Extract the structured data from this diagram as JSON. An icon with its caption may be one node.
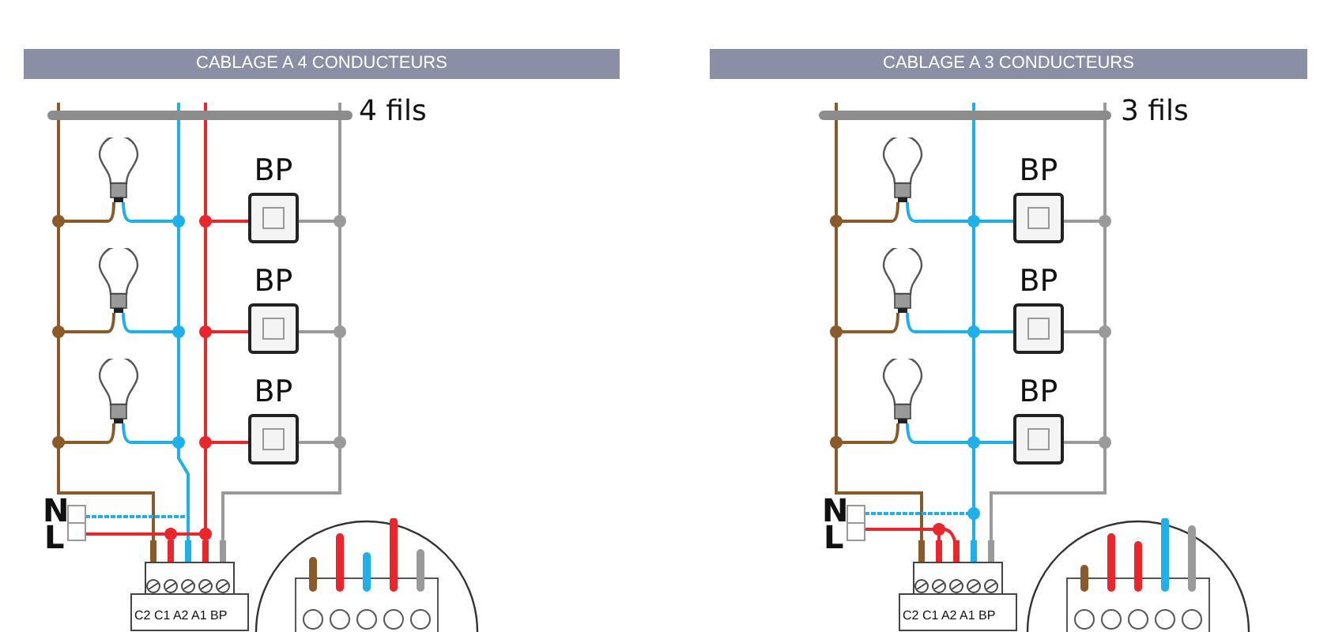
{
  "diagram": {
    "nodes": [
      {
        "text": [
          "CABLAGE A 4 CONDUCTEURS"
        ]
      },
      {
        "text": [
          "BP"
        ]
      },
      {
        "text": [
          "BP"
        ]
      },
      {
        "text": [
          "BP"
        ]
      },
      {
        "text": [
          "CABLAGE A 3 CONDUCTEURS"
        ]
      },
      {
        "text": [
          "BP"
        ]
      },
      {
        "text": [
          "BP"
        ]
      },
      {
        "text": [
          "BP"
        ]
      }
    ],
    "labels": [
      "4 fils",
      "N",
      "L",
      "C2 C1 A2 A1 BP",
      "3 fils",
      "N",
      "L",
      "C2 C1 A2 A1 BP"
    ]
  }
}
